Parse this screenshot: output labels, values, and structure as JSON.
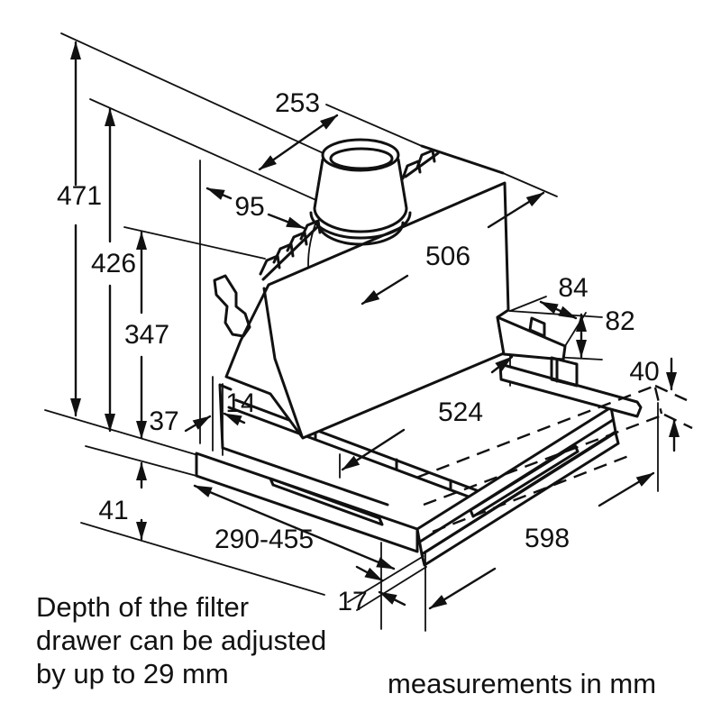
{
  "diagram": {
    "title": "cooker-hood installation dimension drawing",
    "units_note": "measurements in mm",
    "note": {
      "line1": "Depth of the filter",
      "line2": "drawer can be adjusted",
      "line3": "by up to 29 mm"
    },
    "dims": {
      "total_height": "471",
      "height_to_collar": "426",
      "body_height": "347",
      "duct_top_depth": "253",
      "duct_front_offset": "95",
      "top_width": "506",
      "rail_overhang": "84",
      "rail_height": "82",
      "bottom_clearance": "40",
      "panel_offset": "14",
      "frame_height": "37",
      "drawer_front_height": "41",
      "drawer_depth_range": "290-455",
      "body_width": "524",
      "total_width": "598",
      "panel_thickness": "17"
    },
    "colors": {
      "line": "#111111",
      "background": "#ffffff"
    }
  }
}
